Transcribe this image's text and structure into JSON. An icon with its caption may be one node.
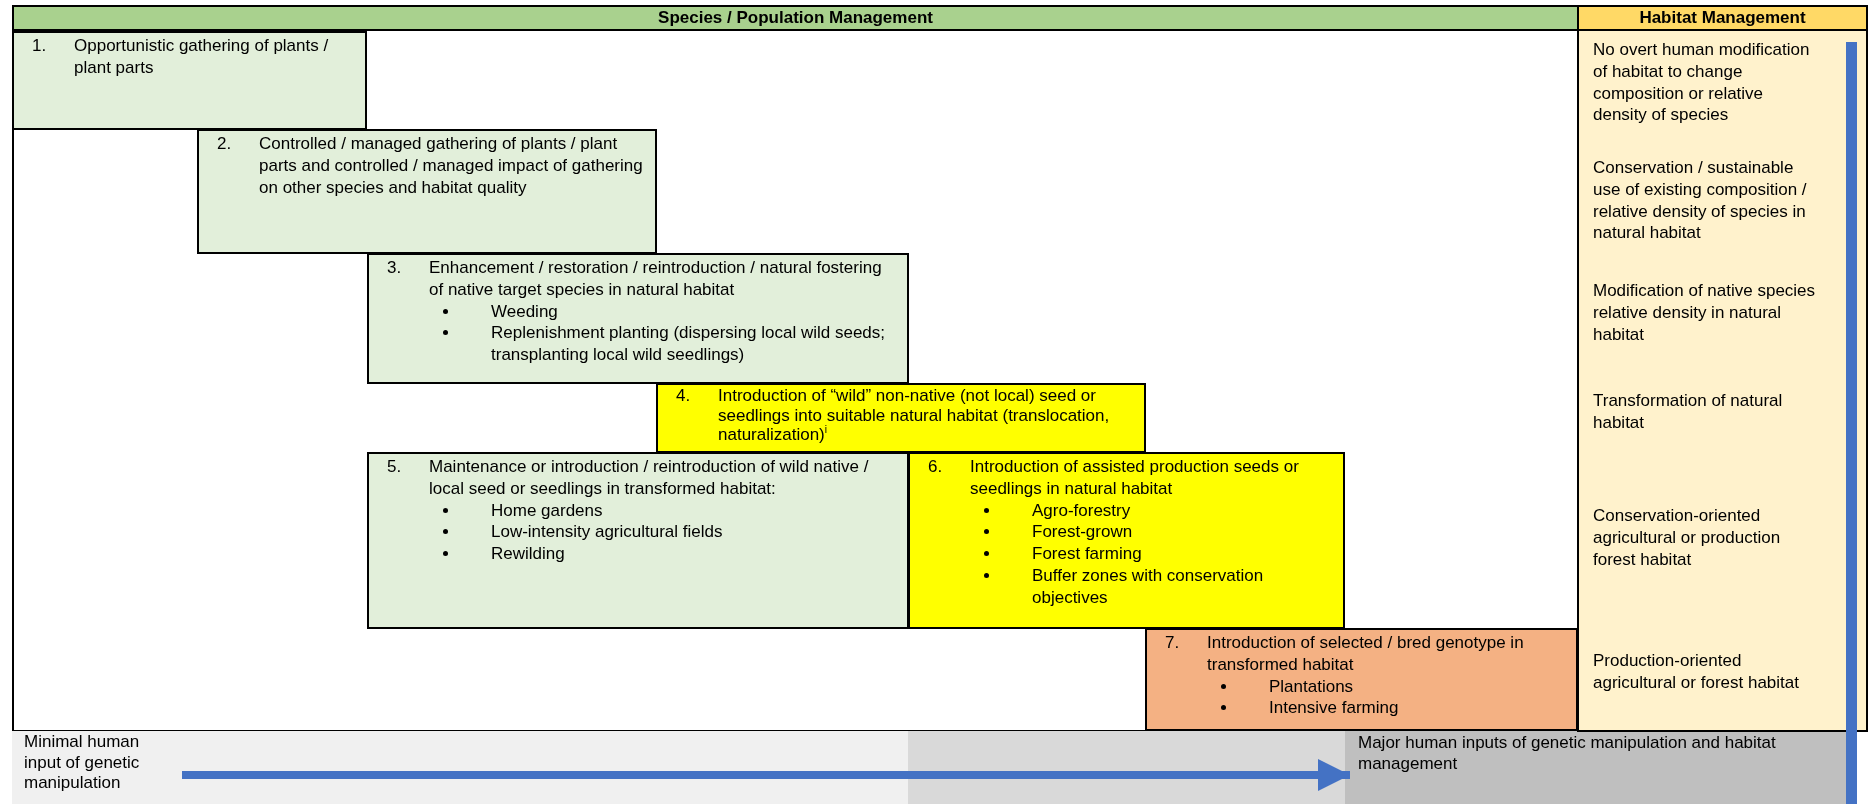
{
  "diagram": {
    "nodes": [
      {
        "text": [
          "Species / Population Management"
        ]
      },
      {
        "text": [
          "Habitat Management",
          "No overt human modification of habitat to change composition or relative density of species",
          "Conservation / sustainable use of existing composition / relative density of species in natural habitat",
          "Modification of native species relative density in natural habitat",
          "Transformation of natural habitat",
          "Conservation-oriented agricultural or production forest habitat",
          "Production-oriented agricultural or forest habitat"
        ]
      },
      {
        "text": [
          "1.",
          "Opportunistic gathering of plants / plant parts"
        ]
      },
      {
        "text": [
          "2.",
          "Controlled / managed gathering of plants / plant parts and controlled / managed impact of gathering on other species and habitat quality"
        ]
      },
      {
        "text": [
          "3.",
          "Enhancement / restoration / reintroduction / natural fostering of native target species in natural habitat",
          "Weeding",
          "Replenishment planting (dispersing local wild seeds; transplanting local wild seedlings)"
        ]
      },
      {
        "text": [
          "4.",
          "Introduction of “wild” non-native (not local) seed or seedlings into suitable natural habitat (translocation, naturalization)$^{i}$"
        ]
      },
      {
        "text": [
          "5.",
          "Maintenance or introduction / reintroduction of wild native / local seed or seedlings in transformed habitat:",
          "Home gardens",
          "Low-intensity agricultural fields",
          "Rewilding"
        ]
      },
      {
        "text": [
          "6.",
          "Introduction of assisted production seeds or seedlings in natural habitat",
          "Agro-forestry",
          "Forest-grown",
          "Forest farming",
          "Buffer zones with conservation objectives"
        ]
      },
      {
        "text": [
          "7.",
          "Introduction of selected / bred genotype in transformed habitat",
          "Plantations",
          "Intensive farming"
        ]
      },
      {
        "text": [
          "Minimal human input of genetic manipulation"
        ]
      },
      {
        "text": [
          "Major human inputs of genetic manipulation and habitat management"
        ]
      }
    ],
    "edges": [
      {
        "from": 9,
        "to": 10,
        "arrow": "to"
      }
    ]
  }
}
